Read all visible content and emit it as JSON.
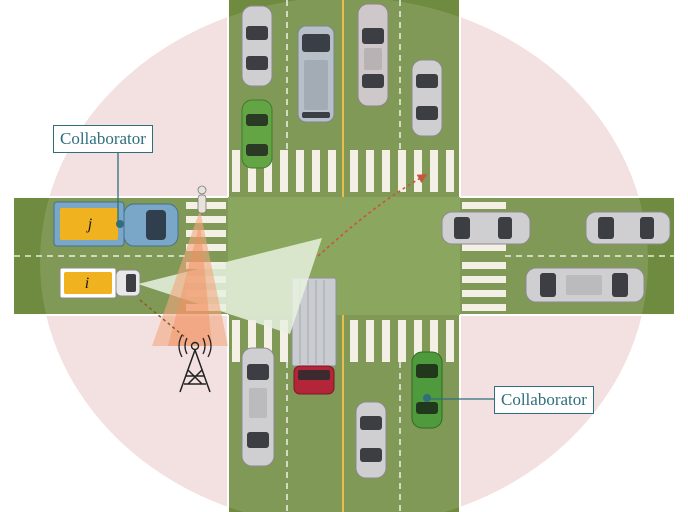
{
  "diagram": {
    "callouts": [
      {
        "id": "left",
        "text": "Collaborator"
      },
      {
        "id": "right",
        "text": "Collaborator"
      }
    ],
    "vehicle_labels": {
      "truck_j": "j",
      "truck_i": "i"
    },
    "icons": [
      "cell-tower-icon",
      "pedestrian-icon"
    ],
    "colors": {
      "communication_range": "#f2dcdc",
      "road_surface": "#7f9a48",
      "crosswalk": "#f4eee2",
      "fov_ego": "#e5efdc",
      "fov_infrastructure": "#f4a77f",
      "callout_border": "#2f6e7e",
      "path_arrow": "#c8553d"
    }
  }
}
